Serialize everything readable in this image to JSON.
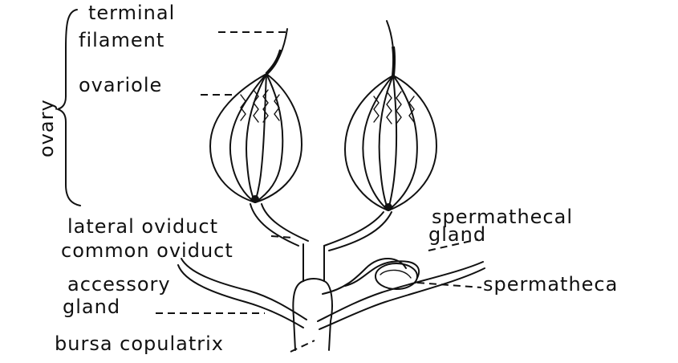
{
  "labels": {
    "terminal": "terminal",
    "filament": "filament",
    "ovariole": "ovariole",
    "ovary": "ovary",
    "lateral_oviduct": "lateral oviduct",
    "common_oviduct": "common oviduct",
    "accessory": "accessory",
    "gland": "gland",
    "bursa_copulatrix": "bursa copulatrix",
    "spermathecal": "spermathecal",
    "spermathecal_gland": "gland",
    "spermatheca": "spermatheca"
  },
  "colors": {
    "ink": "#111111",
    "background": "#ffffff"
  }
}
